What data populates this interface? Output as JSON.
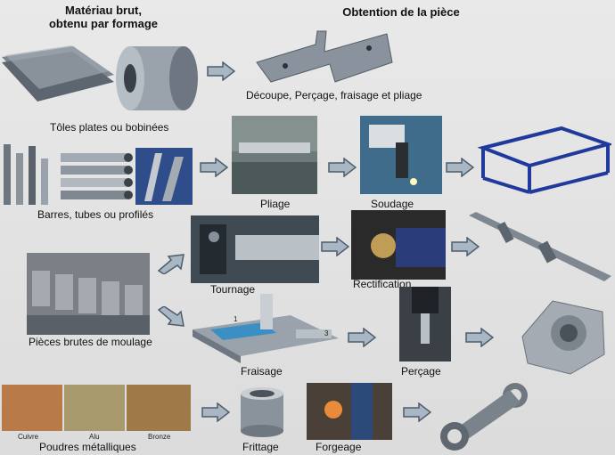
{
  "headers": {
    "raw_line1": "Matériau brut,",
    "raw_line2": "obtenu par formage",
    "obtention": "Obtention de la pièce"
  },
  "labels": {
    "decoupe": "Découpe, Perçage, fraisage et pliage",
    "toles": "Tôles plates ou bobinées",
    "barres": "Barres, tubes ou profilés",
    "pliage": "Pliage",
    "soudage": "Soudage",
    "tournage": "Tournage",
    "rectification": "Rectification",
    "moulage": "Pièces brutes de moulage",
    "fraisage": "Fraisage",
    "percage": "Perçage",
    "poudres": "Poudres métalliques",
    "frittage": "Frittage",
    "forgeage": "Forgeage",
    "cuivre": "Cuivre",
    "alu": "Alu",
    "bronze": "Bronze"
  },
  "colors": {
    "arrow_fill": "#a9b7c4",
    "arrow_stroke": "#4d5d6c",
    "frame_blue": "#1f3a9c",
    "copper": "#b97a4a",
    "alu": "#a89a6c",
    "bronze": "#9e7a48"
  }
}
